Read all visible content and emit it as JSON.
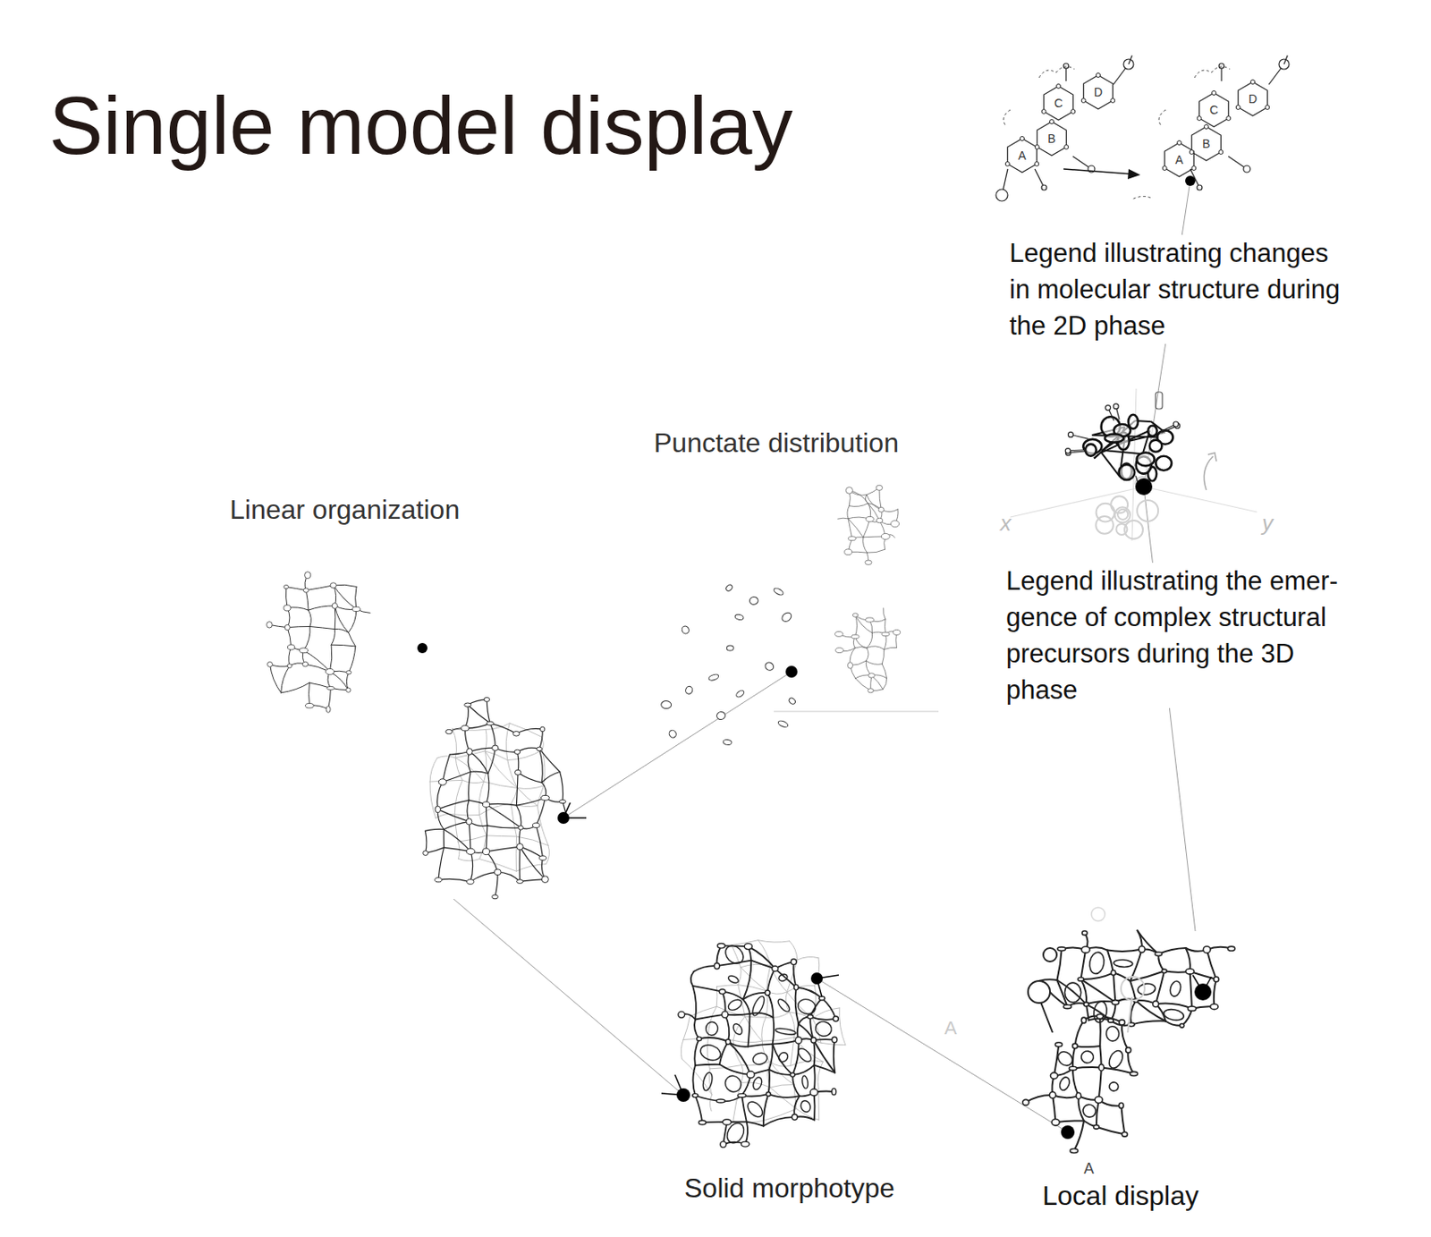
{
  "diagram": {
    "title": "Single model display",
    "labels": [
      "Legend illustrating changes in molecular structure during the 2D phase",
      "Legend illustrating the emer- gence of complex structural precursors during the 3D phase",
      "Punctate distribution",
      "Linear organization",
      "Solid morphotype",
      "Local display",
      "A",
      "A",
      "x",
      "y",
      "A",
      "B",
      "C",
      "D",
      "A",
      "B",
      "C",
      "D"
    ]
  }
}
